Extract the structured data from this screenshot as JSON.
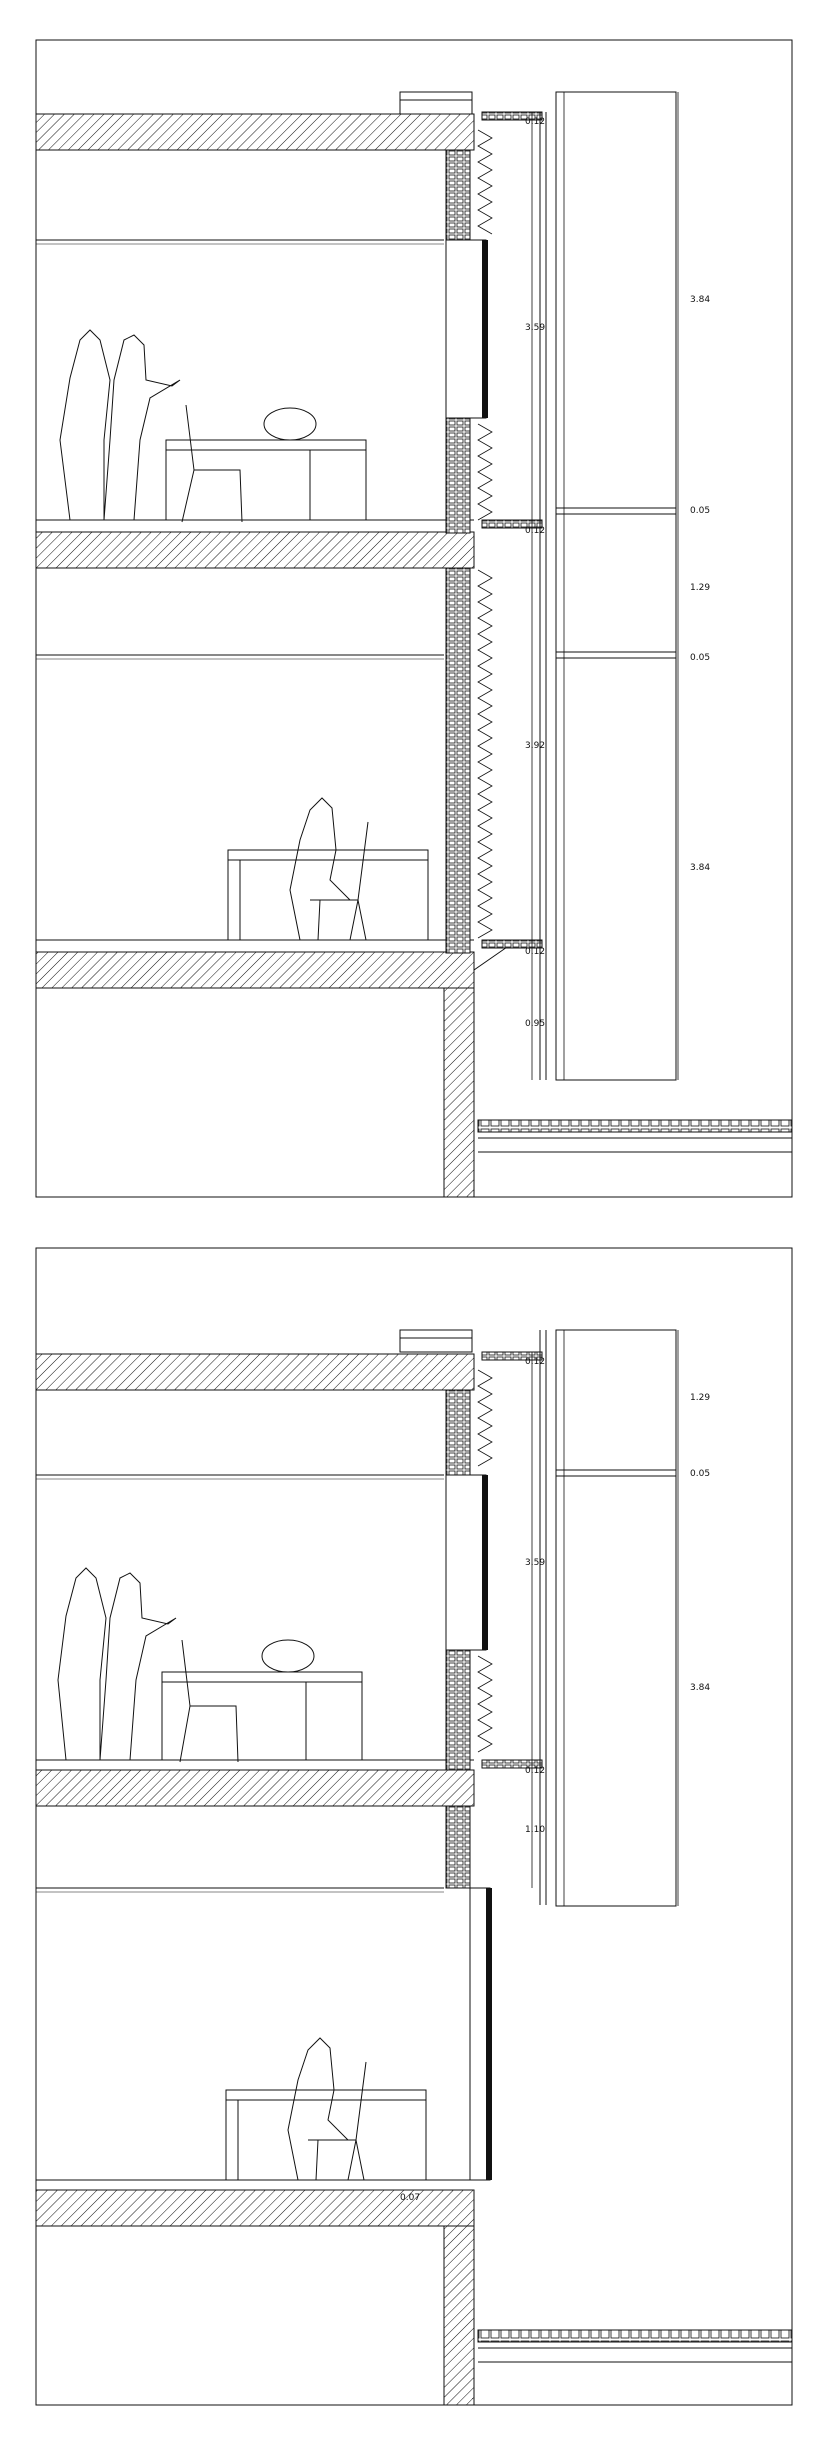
{
  "colors": {
    "line": "#111111",
    "background": "#ffffff"
  },
  "sections": [
    {
      "id": "upper",
      "dimensions_left_chain": [
        "0.12",
        "3.59",
        "0.12",
        "3.92",
        "0.12",
        "0.95"
      ],
      "dimensions_right_chain": [
        "3.84",
        "0.05",
        "1.29",
        "0.05",
        "3.84"
      ]
    },
    {
      "id": "lower",
      "dimensions_left_chain": [
        "0.12",
        "3.59",
        "0.12",
        "1.10"
      ],
      "dimensions_right_chain": [
        "1.29",
        "0.05",
        "3.84"
      ],
      "dimension_extra": "0.07"
    }
  ]
}
